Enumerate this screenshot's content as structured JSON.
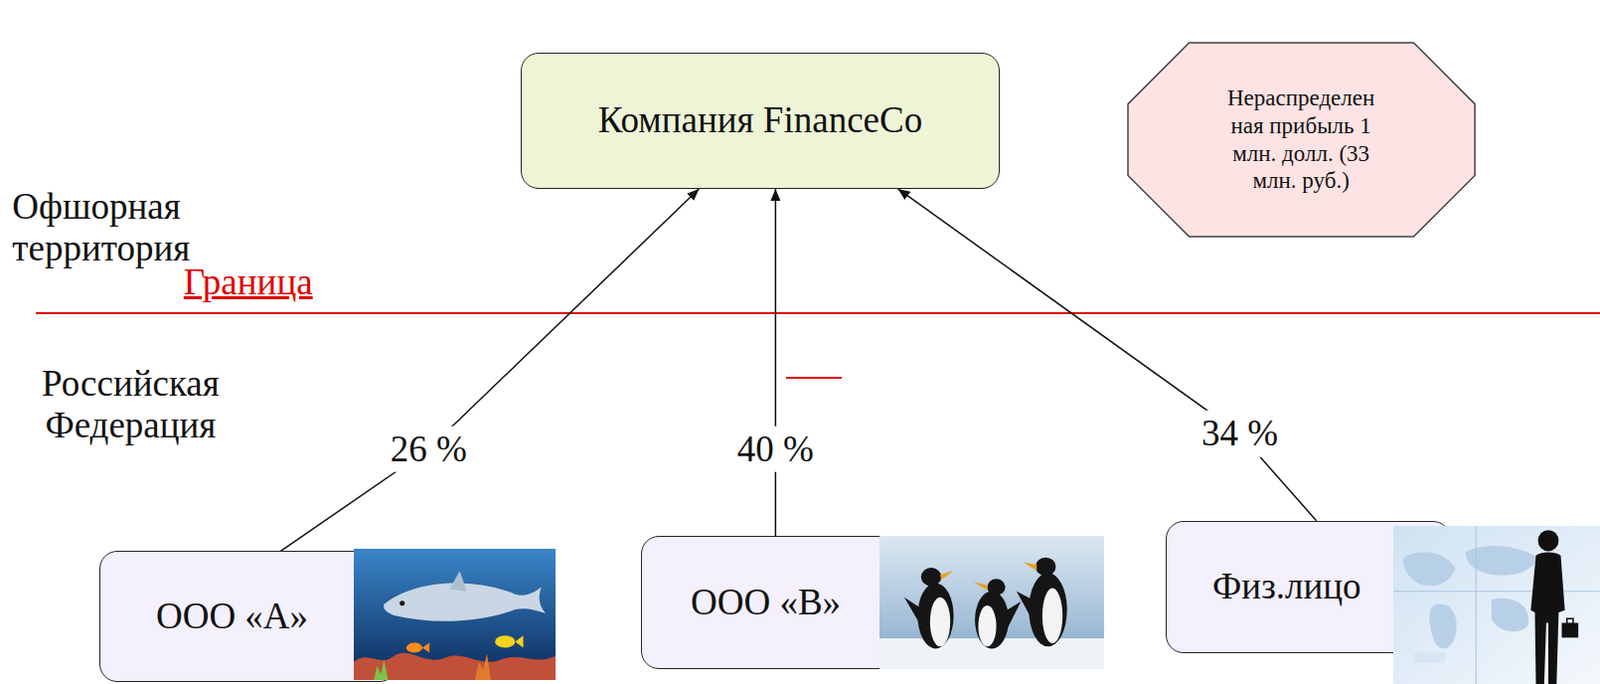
{
  "diagram": {
    "nodes": [
      {
        "text": [
          "Компания FinanceCo"
        ]
      },
      {
        "text": [
          "Нераспределен ная прибыль 1 млн. долл. (33 млн. руб.)"
        ]
      },
      {
        "text": [
          "ООО «А»"
        ]
      },
      {
        "text": [
          "ООО «В»"
        ]
      },
      {
        "text": [
          "Физ.лицо"
        ]
      }
    ],
    "edges": [
      {
        "from": 2,
        "to": 0,
        "label": "26 %",
        "arrow": "to"
      },
      {
        "from": 3,
        "to": 0,
        "label": "40 %",
        "arrow": "to"
      },
      {
        "from": 4,
        "to": 0,
        "label": "34 %",
        "arrow": "to"
      }
    ],
    "labels": [
      "Офшорная территория",
      "Граница",
      "Российская Федерация"
    ]
  }
}
